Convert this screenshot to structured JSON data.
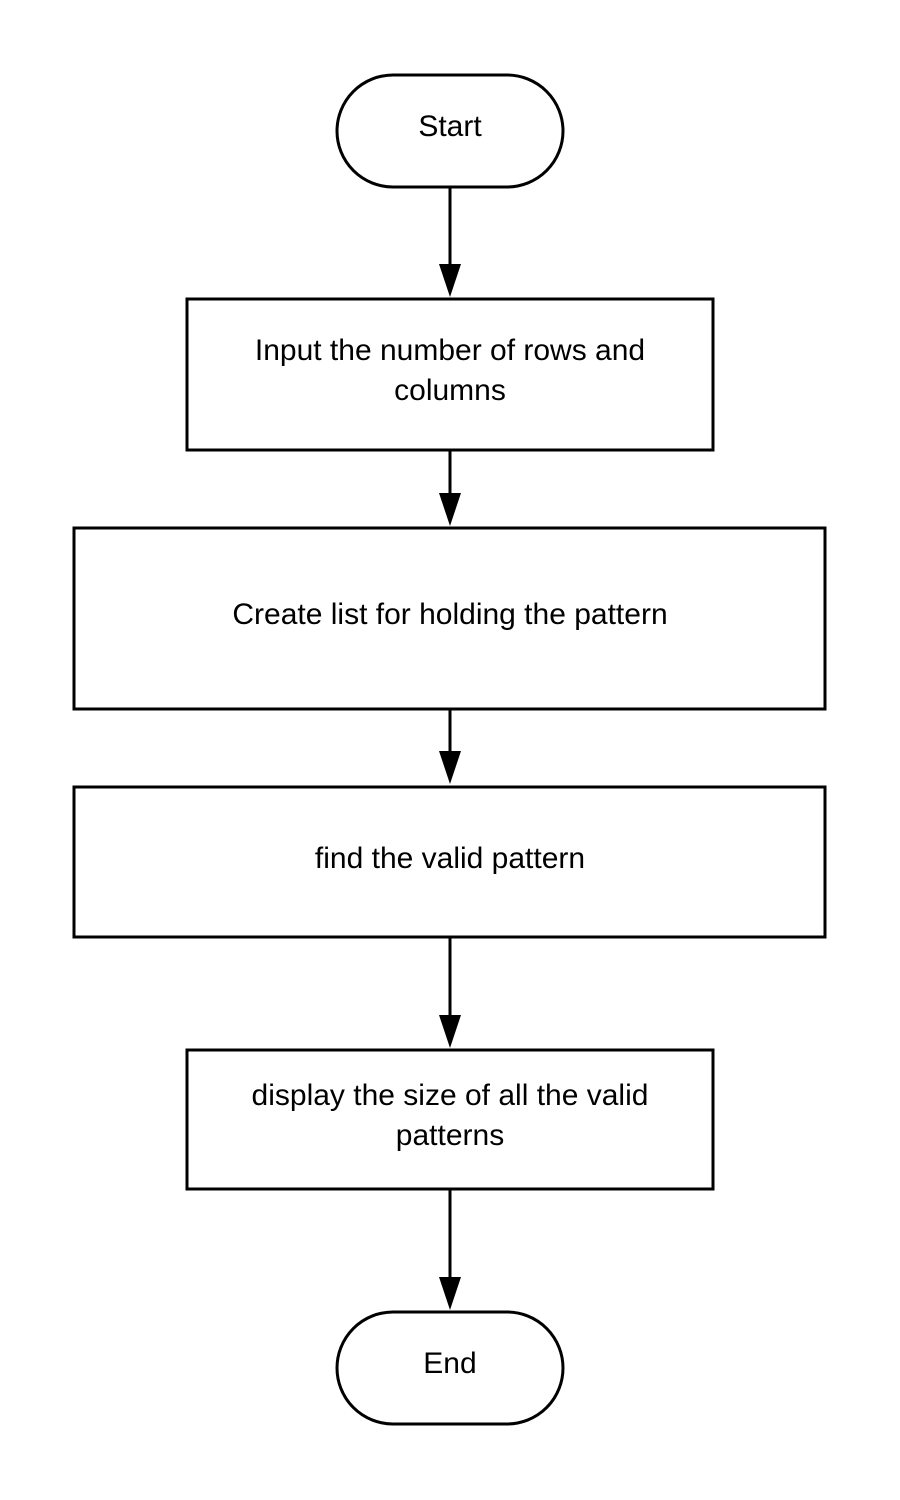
{
  "flowchart": {
    "nodes": [
      {
        "id": "start",
        "shape": "terminator",
        "lines": [
          "Start"
        ]
      },
      {
        "id": "input",
        "shape": "process",
        "lines": [
          "Input the number of rows and",
          "columns"
        ]
      },
      {
        "id": "create-list",
        "shape": "process",
        "lines": [
          "Create list for holding the pattern"
        ]
      },
      {
        "id": "find-valid",
        "shape": "process",
        "lines": [
          "find the valid pattern"
        ]
      },
      {
        "id": "display-size",
        "shape": "process",
        "lines": [
          "display the size of all the valid",
          "patterns"
        ]
      },
      {
        "id": "end",
        "shape": "terminator",
        "lines": [
          "End"
        ]
      }
    ],
    "edges": [
      {
        "from": "start",
        "to": "input"
      },
      {
        "from": "input",
        "to": "create-list"
      },
      {
        "from": "create-list",
        "to": "find-valid"
      },
      {
        "from": "find-valid",
        "to": "display-size"
      },
      {
        "from": "display-size",
        "to": "end"
      }
    ],
    "colors": {
      "stroke": "#000000",
      "fill": "#ffffff",
      "text": "#000000"
    }
  }
}
